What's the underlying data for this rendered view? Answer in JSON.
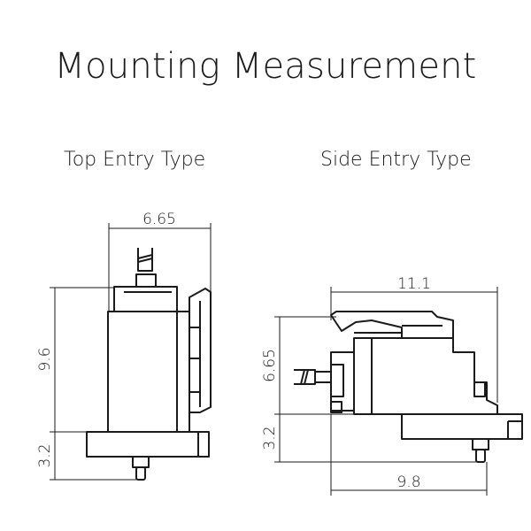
{
  "title": "Mounting Measurement",
  "views": {
    "top_entry": {
      "label": "Top Entry Type",
      "dims": {
        "width": "6.65",
        "height": "9.6",
        "pin": "3.2"
      }
    },
    "side_entry": {
      "label": "Side Entry Type",
      "dims": {
        "width_top": "11.1",
        "height": "6.65",
        "pin": "3.2",
        "width_bottom": "9.8"
      }
    }
  }
}
